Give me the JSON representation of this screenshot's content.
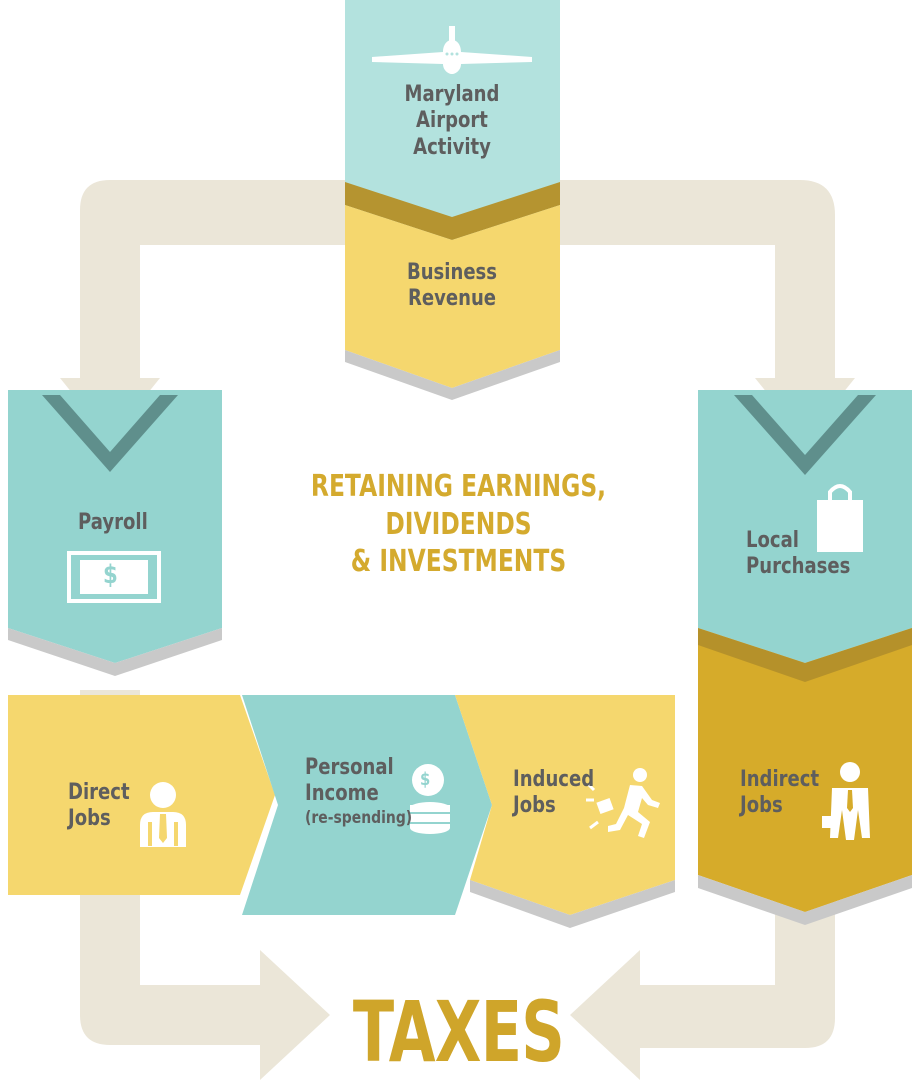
{
  "nodes": {
    "airport_line1": "Maryland",
    "airport_line2": "Airport",
    "airport_line3": "Activity",
    "revenue_line1": "Business",
    "revenue_line2": "Revenue",
    "payroll": "Payroll",
    "payroll_symbol": "$",
    "local_line1": "Local",
    "local_line2": "Purchases",
    "direct_line1": "Direct",
    "direct_line2": "Jobs",
    "personal_line1": "Personal",
    "personal_line2": "Income",
    "personal_note": "(re-spending)",
    "induced_line1": "Induced",
    "induced_line2": "Jobs",
    "indirect_line1": "Indirect",
    "indirect_line2": "Jobs"
  },
  "center_text": {
    "line1": "RETAINING EARNINGS,",
    "line2": "DIVIDENDS",
    "line3": "& INVESTMENTS"
  },
  "taxes": "TAXES",
  "icons": [
    "airplane-icon",
    "dollar-bill-icon",
    "shopping-bag-icon",
    "employee-icon",
    "coins-icon",
    "running-worker-icon",
    "businessman-icon"
  ],
  "colors": {
    "teal": "#94d4cf",
    "light_teal": "#b3e2de",
    "yellow": "#f5d76e",
    "gold": "#d6ab2a",
    "beige": "#ebe6d8",
    "text": "#5e5e5e",
    "accent_text": "#d4aa2e"
  }
}
